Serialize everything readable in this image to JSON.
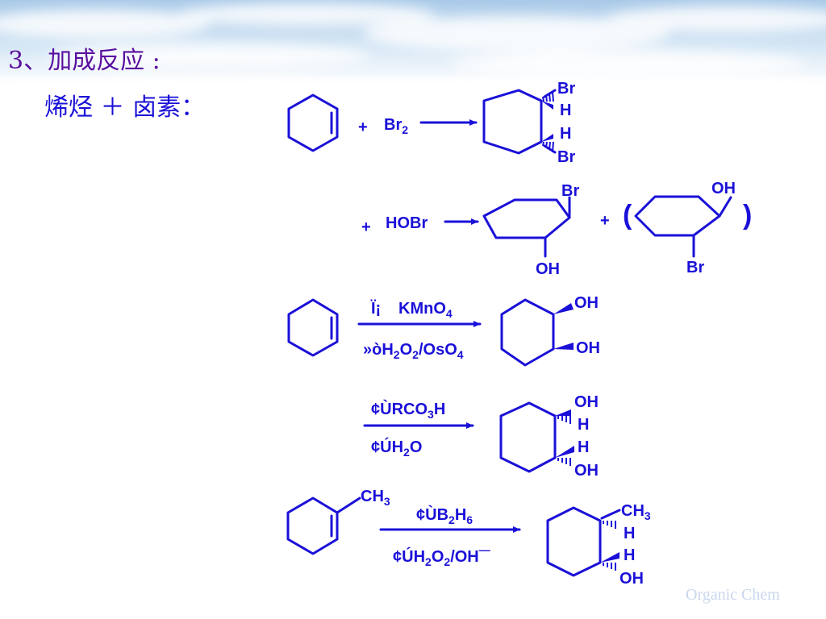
{
  "slide": {
    "title": "3、加成反应 :",
    "subtitle": "烯烃 ＋ 卤素：",
    "footer": "Organic Chem"
  },
  "colors": {
    "ink": "#1a10d8",
    "title": "#5a0f9e",
    "footer": "#c9d6ee",
    "sky": "#d6e8f7"
  },
  "reactions": {
    "r1": {
      "plus": "+",
      "reagent_main": "Br",
      "reagent_sub": "2",
      "product": {
        "top": "Br",
        "h1": "H",
        "h2": "H",
        "bottom": "Br"
      }
    },
    "r2": {
      "plus": "+",
      "reagent": "HOBr",
      "product_a_top": "Br",
      "product_a_bottom": "OH",
      "between_plus": "+",
      "product_b_top": "OH",
      "product_b_bottom": "Br",
      "paren_open": "(",
      "paren_close": ")"
    },
    "r3": {
      "cond1_num": "Ï¡",
      "cond1_reagent": "KMnO",
      "cond1_sub": "4",
      "cond2_num": "»ò",
      "cond2_p1": "H",
      "cond2_s1": "2",
      "cond2_p2": "O",
      "cond2_s2": "2",
      "cond2_p3": "/OsO",
      "cond2_s3": "4",
      "product": {
        "oh1": "OH",
        "oh2": "OH"
      }
    },
    "r4": {
      "cond1_num": "¢Ù",
      "cond1_p1": "RCO",
      "cond1_s1": "3",
      "cond1_p2": "H",
      "cond2_num": "¢Ú",
      "cond2_p1": "H",
      "cond2_s1": "2",
      "cond2_p2": "O",
      "product": {
        "oh1": "OH",
        "h1": "H",
        "h2": "H",
        "oh2": "OH"
      }
    },
    "r5": {
      "substituent_main": "CH",
      "substituent_sub": "3",
      "cond1_num": "¢Ù",
      "cond1_p1": "B",
      "cond1_s1": "2",
      "cond1_p2": "H",
      "cond1_s2": "6",
      "cond2_num": "¢Ú",
      "cond2_p1": "H",
      "cond2_s1": "2",
      "cond2_p2": "O",
      "cond2_s2": "2",
      "cond2_p3": "/OH",
      "cond2_sup": "—",
      "product": {
        "ch3_main": "CH",
        "ch3_sub": "3",
        "h1": "H",
        "h2": "H",
        "oh": "OH"
      }
    }
  }
}
